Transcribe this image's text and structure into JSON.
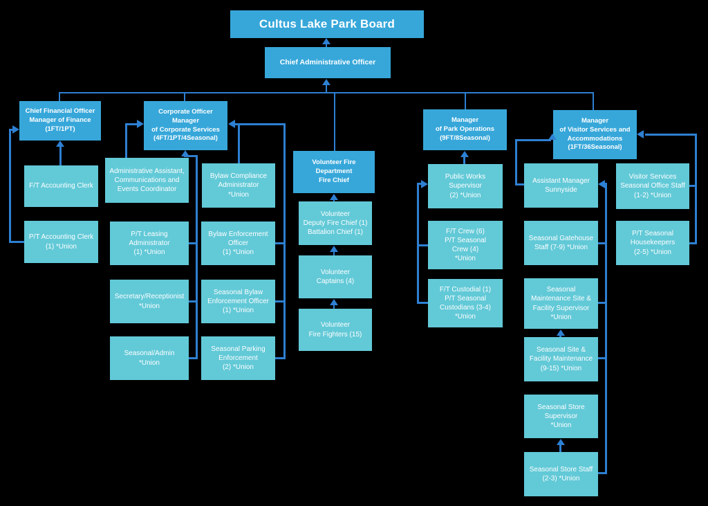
{
  "title": "Cultus Lake Park Board",
  "colors": {
    "node_dark": "#37A7DA",
    "node_light": "#62C9D7",
    "connector": "#2E80D2",
    "background": "#000000",
    "text": "#FFFFFF"
  },
  "org": {
    "type": "org-chart",
    "nodes": {
      "board": {
        "label": "Cultus Lake Park Board",
        "parent": null
      },
      "cao": {
        "label": "Chief Administrative Officer",
        "parent": "board"
      },
      "cfo": {
        "label": "Chief Financial Officer\nManager of Finance\n(1FT/1PT)",
        "parent": "cao"
      },
      "ft_accounting": {
        "label": "F/T Accounting Clerk",
        "parent": "cfo"
      },
      "pt_accounting": {
        "label": "P/T Accounting Clerk\n(1) *Union",
        "parent": "cfo"
      },
      "corporate": {
        "label": "Corporate Officer\nManager\nof Corporate Services\n(4FT/1PT/4Seasonal)",
        "parent": "cao"
      },
      "admin_assistant": {
        "label": "Administrative Assistant,\nCommunications and\nEvents Coordinator",
        "parent": "corporate"
      },
      "bylaw_compliance": {
        "label": "Bylaw Compliance\nAdministrator\n*Union",
        "parent": "corporate"
      },
      "pt_leasing": {
        "label": "P/T Leasing\nAdministrator\n(1) *Union",
        "parent": "corporate"
      },
      "secretary": {
        "label": "Secretary/Receptionist\n*Union",
        "parent": "corporate"
      },
      "seasonal_admin": {
        "label": "Seasonal/Admin\n*Union",
        "parent": "corporate"
      },
      "bylaw_enforcement": {
        "label": "Bylaw Enforcement\nOfficer\n(1) *Union",
        "parent": "corporate"
      },
      "seasonal_bylaw": {
        "label": "Seasonal  Bylaw\nEnforcement Officer\n(1) *Union",
        "parent": "corporate"
      },
      "seasonal_parking": {
        "label": "Seasonal Parking\nEnforcement\n(2) *Union",
        "parent": "corporate"
      },
      "vfd": {
        "label": "Volunteer Fire\nDepartment\nFire Chief",
        "parent": "cao"
      },
      "deputy_fire": {
        "label": "Volunteer\nDeputy Fire Chief (1)\nBattalion Chief (1)",
        "parent": "vfd"
      },
      "captains": {
        "label": "Volunteer\nCaptains (4)",
        "parent": "deputy_fire"
      },
      "firefighters": {
        "label": "Volunteer\nFire Fighters (15)",
        "parent": "captains"
      },
      "park_ops": {
        "label": "Manager\nof Park Operations\n(9FT/8Seasonal)",
        "parent": "cao"
      },
      "public_works": {
        "label": "Public Works\nSupervisor\n(2) *Union",
        "parent": "park_ops"
      },
      "ft_crew": {
        "label": "F/T Crew (6)\nP/T Seasonal\nCrew (4)\n*Union",
        "parent": "public_works"
      },
      "ft_custodial": {
        "label": "F/T Custodial (1)\nP/T Seasonal\nCustodians (3-4)\n*Union",
        "parent": "public_works"
      },
      "visitor_mgr": {
        "label": "Manager\nof Visitor Services and\nAccommodations\n(1FT/36Seasonal)",
        "parent": "cao"
      },
      "asst_mgr": {
        "label": "Assistant Manager\nSunnyside",
        "parent": "visitor_mgr"
      },
      "vs_office": {
        "label": "Visitor Services\nSeasonal Office Staff\n(1-2) *Union",
        "parent": "visitor_mgr"
      },
      "gatehouse": {
        "label": "Seasonal Gatehouse\nStaff (7-9) *Union",
        "parent": "asst_mgr"
      },
      "housekeepers": {
        "label": "P/T Seasonal\nHousekeepers\n(2-5) *Union",
        "parent": "visitor_mgr"
      },
      "maint_supervisor": {
        "label": "Seasonal\nMaintenance Site &\nFacility Supervisor\n*Union",
        "parent": "asst_mgr"
      },
      "site_maint": {
        "label": "Seasonal Site &\nFacility Maintenance\n(9-15) *Union",
        "parent": "maint_supervisor"
      },
      "store_supervisor": {
        "label": "Seasonal Store\nSupervisor\n*Union",
        "parent": "asst_mgr"
      },
      "store_staff": {
        "label": "Seasonal Store Staff\n(2-3) *Union",
        "parent": "store_supervisor"
      }
    }
  }
}
